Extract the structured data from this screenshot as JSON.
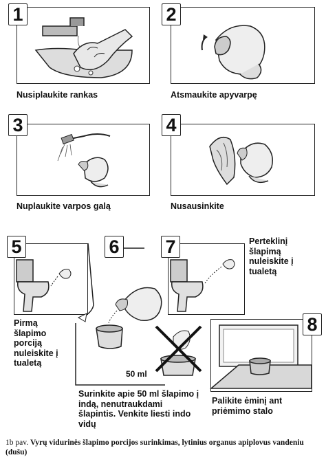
{
  "steps": [
    {
      "number": "1",
      "label": "Nusiplaukite rankas"
    },
    {
      "number": "2",
      "label": "Atsmaukite apyvarpę"
    },
    {
      "number": "3",
      "label": "Nuplaukite varpos galą"
    },
    {
      "number": "4",
      "label": "Nusausinkite"
    },
    {
      "number": "5",
      "label": "Pirmą šlapimo porciją nuleiskite į tualetą"
    },
    {
      "number": "6",
      "label": "Surinkite apie 50 ml šlapimo į indą, nenutraukdami šlapintis. Venkite liesti indo vidų"
    },
    {
      "number": "7",
      "label": "Perteklinį šlapimą nuleiskite į tualetą"
    },
    {
      "number": "8",
      "label": "Palikite ėminį ant priėmimo stalo"
    }
  ],
  "volume_label": "50 ml",
  "caption": {
    "prefix": "1b pav.",
    "text": "Vyrų vidurinės šlapimo porcijos surinkimas, lytinius organus apiplovus vandeniu (dušu)"
  }
}
